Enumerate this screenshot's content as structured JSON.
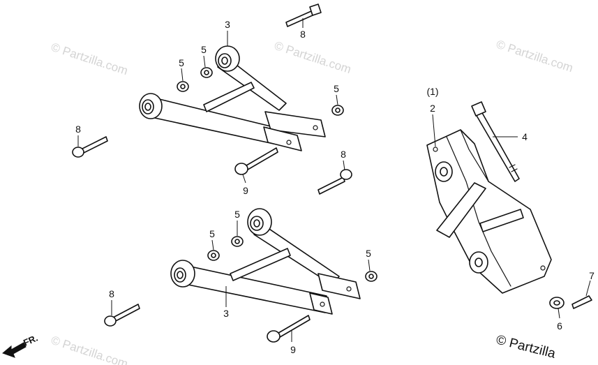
{
  "watermark": "© Partzilla.com",
  "copyright": "© Partzilla",
  "front_indicator": "FR.",
  "group_label": "(1)",
  "callouts": {
    "upper_arm": "3",
    "lower_arm": "3",
    "bracket": "2",
    "long_bolt": "4",
    "nut_ua_left": "5",
    "nut_ua_mid": "5",
    "nut_ua_right": "5",
    "nut_la_left": "5",
    "nut_la_mid": "5",
    "nut_la_right": "5",
    "nut_6": "6",
    "pin_7": "7",
    "bolt_8_top": "8",
    "bolt_8_left": "8",
    "bolt_8_mid": "8",
    "bolt_8_low": "8",
    "bolt_9_upper": "9",
    "bolt_9_lower": "9"
  }
}
